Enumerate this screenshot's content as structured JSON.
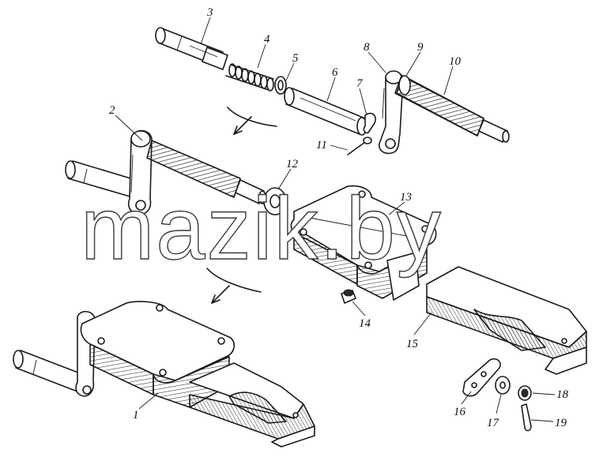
{
  "watermark": "mazik.by",
  "labels": {
    "l1": "1",
    "l2": "2",
    "l3": "3",
    "l4": "4",
    "l5": "5",
    "l6": "6",
    "l7": "7",
    "l8": "8",
    "l9": "9",
    "l10": "10",
    "l11": "11",
    "l12": "12",
    "l13": "13",
    "l14": "14",
    "l15": "15",
    "l16": "16",
    "l17": "17",
    "l18": "18",
    "l19": "19"
  },
  "colors": {
    "ink": "#1a1a1a",
    "paper": "#ffffff"
  }
}
